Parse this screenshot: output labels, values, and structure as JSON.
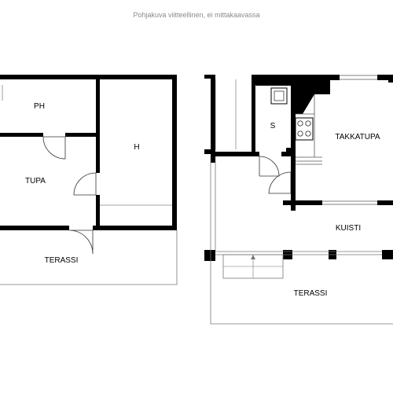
{
  "caption": "Pohjakuva viitteellinen, ei mittakaavassa",
  "rooms": {
    "ph": "PH",
    "h": "H",
    "tupa": "TUPA",
    "terassi_left": "TERASSI",
    "s": "S",
    "takkatupa": "TAKKATUPA",
    "kuisti": "KUISTI",
    "terassi_right": "TERASSI"
  }
}
